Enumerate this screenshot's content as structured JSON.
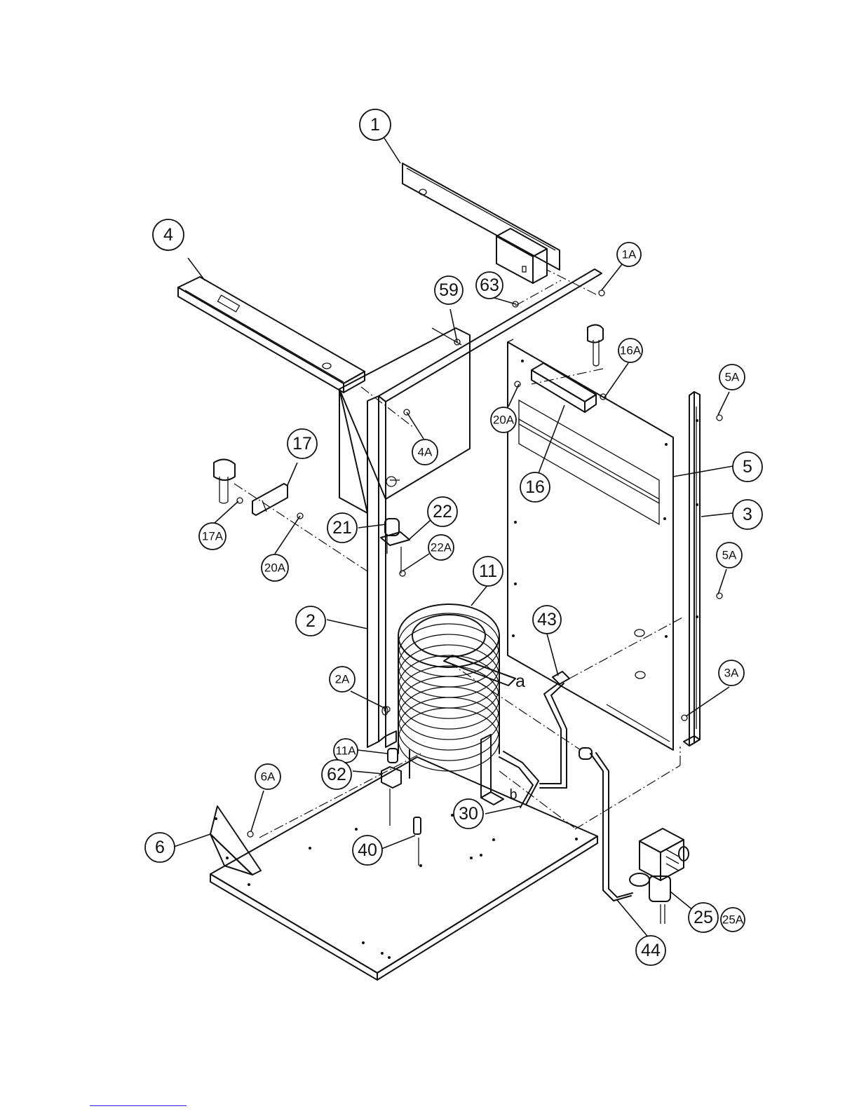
{
  "diagram": {
    "callouts": [
      {
        "id": "c1",
        "label": "1"
      },
      {
        "id": "c1A",
        "label": "1A"
      },
      {
        "id": "c4",
        "label": "4"
      },
      {
        "id": "c59",
        "label": "59"
      },
      {
        "id": "c63",
        "label": "63"
      },
      {
        "id": "c16A",
        "label": "16A"
      },
      {
        "id": "c5A_top",
        "label": "5A"
      },
      {
        "id": "c20A_right",
        "label": "20A"
      },
      {
        "id": "c4A",
        "label": "4A"
      },
      {
        "id": "c16",
        "label": "16"
      },
      {
        "id": "c5",
        "label": "5"
      },
      {
        "id": "c3",
        "label": "3"
      },
      {
        "id": "c17",
        "label": "17"
      },
      {
        "id": "c17A",
        "label": "17A"
      },
      {
        "id": "c20A_left",
        "label": "20A"
      },
      {
        "id": "c21",
        "label": "21"
      },
      {
        "id": "c22",
        "label": "22"
      },
      {
        "id": "c22A",
        "label": "22A"
      },
      {
        "id": "c11",
        "label": "11"
      },
      {
        "id": "c5A_bottom",
        "label": "5A"
      },
      {
        "id": "c2",
        "label": "2"
      },
      {
        "id": "c43",
        "label": "43"
      },
      {
        "id": "c2A",
        "label": "2A"
      },
      {
        "id": "c3A",
        "label": "3A"
      },
      {
        "id": "c11A",
        "label": "11A"
      },
      {
        "id": "c62",
        "label": "62"
      },
      {
        "id": "c6A",
        "label": "6A"
      },
      {
        "id": "c30",
        "label": "30"
      },
      {
        "id": "c6",
        "label": "6"
      },
      {
        "id": "c40",
        "label": "40"
      },
      {
        "id": "c25",
        "label": "25"
      },
      {
        "id": "c25A",
        "label": "25A"
      },
      {
        "id": "c44",
        "label": "44"
      }
    ],
    "letters": [
      {
        "id": "la",
        "label": "a"
      },
      {
        "id": "lb",
        "label": "b"
      }
    ]
  }
}
